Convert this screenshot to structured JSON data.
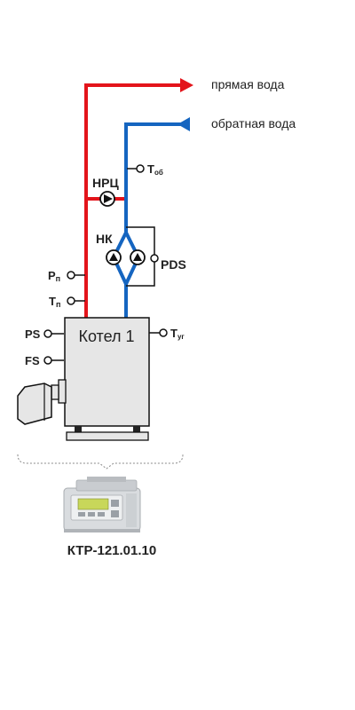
{
  "lines": {
    "supply": "прямая вода",
    "return": "обратная вода"
  },
  "labels": {
    "nrc": "НРЦ",
    "nk": "НК",
    "pds": "PDS",
    "p_main": "P",
    "p_sub": "п",
    "t_main": "T",
    "t_sub": "п",
    "tob_main": "T",
    "tob_sub": "об",
    "tug_main": "T",
    "tug_sub": "уг",
    "ps": "PS",
    "fs": "FS"
  },
  "boiler": {
    "title": "Котел 1"
  },
  "controller": {
    "model": "КТР-121.01.10"
  },
  "colors": {
    "supply": "#e3141b",
    "return": "#1565c0",
    "text": "#222222",
    "boiler_fill": "#e6e6e6"
  }
}
